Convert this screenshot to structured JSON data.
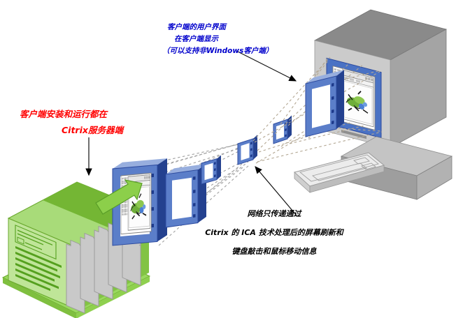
{
  "diagram_title": "Citrix ICA remote display concept diagram",
  "annotations": {
    "client_ui": {
      "lines": [
        "客户端的用户界面",
        "在客户端显示",
        "（可以支持非Windows客户端）"
      ]
    },
    "server_side": {
      "lines": [
        "客户端安装和运行都在",
        "Citrix服务器端"
      ]
    },
    "network": {
      "lines": [
        "网络只传递通过",
        "Citrix 的 ICA 技术处理后的屏幕刷新和",
        "键盘敲击和鼠标移动信息"
      ]
    }
  },
  "graphics": {
    "server_icon": "green-server-box-with-folders",
    "frames_icon": "ica-screen-frames-stream",
    "client_icon": "desktop-computer-with-monitor",
    "keyboard_icon": "keyboard",
    "screen_icon": "application-window-with-flower-image"
  },
  "colors": {
    "annotation_blue": "#0000cc",
    "annotation_red": "#ff0000",
    "annotation_black": "#000000",
    "server_green_light": "#bfe598",
    "server_green": "#9ad95f",
    "server_green_dark": "#74b634",
    "folder_gray": "#c9c9c9",
    "frame_blue": "#5b7ec9",
    "frame_blue_dark": "#24418f",
    "monitor_gray": "#a4a4a4",
    "dash_gray": "#a2a2a2",
    "dash_tan": "#b3a793"
  }
}
